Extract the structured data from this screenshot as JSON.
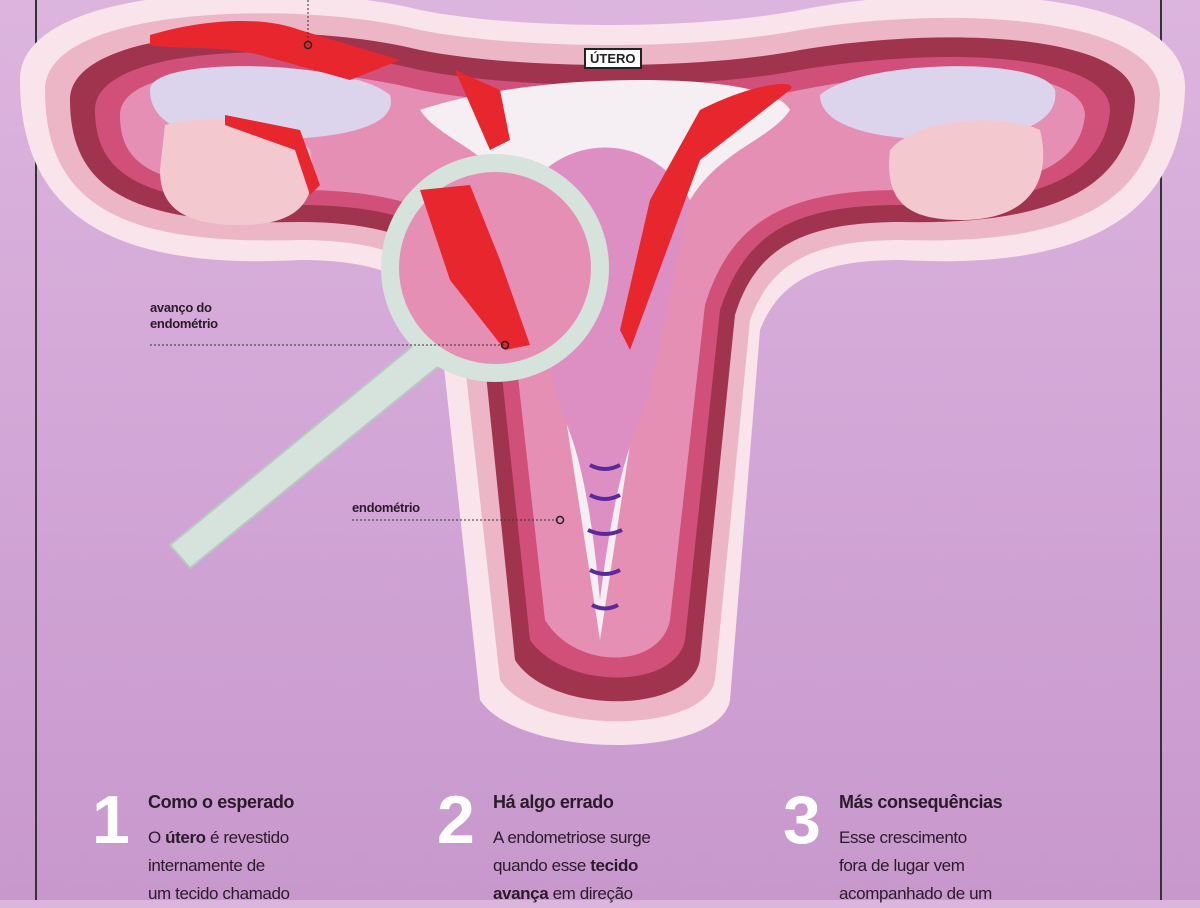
{
  "labels": {
    "utero": "ÚTERO",
    "avanco_line1": "avanço do",
    "avanco_line2": "endométrio",
    "endometrio": "endométrio"
  },
  "steps": [
    {
      "number": "1",
      "title": "Como o esperado",
      "lines": [
        [
          "O ",
          "útero",
          " é revestido"
        ],
        [
          "internamente de"
        ],
        [
          "um tecido chamado"
        ]
      ]
    },
    {
      "number": "2",
      "title": "Há algo errado",
      "lines": [
        [
          "A endometriose surge"
        ],
        [
          "quando esse ",
          "tecido"
        ],
        [
          "avança",
          " em direção"
        ]
      ]
    },
    {
      "number": "3",
      "title": "Más consequências",
      "lines": [
        [
          "Esse crescimento"
        ],
        [
          "fora de lugar vem"
        ],
        [
          "acompanhado de um"
        ]
      ]
    }
  ],
  "colors": {
    "background": "#d2a6d6",
    "endometrium_red": "#e8262e",
    "outer_layer": "#f3d3dc",
    "muscle": "#a0344f",
    "lining": "#f5eef3"
  }
}
